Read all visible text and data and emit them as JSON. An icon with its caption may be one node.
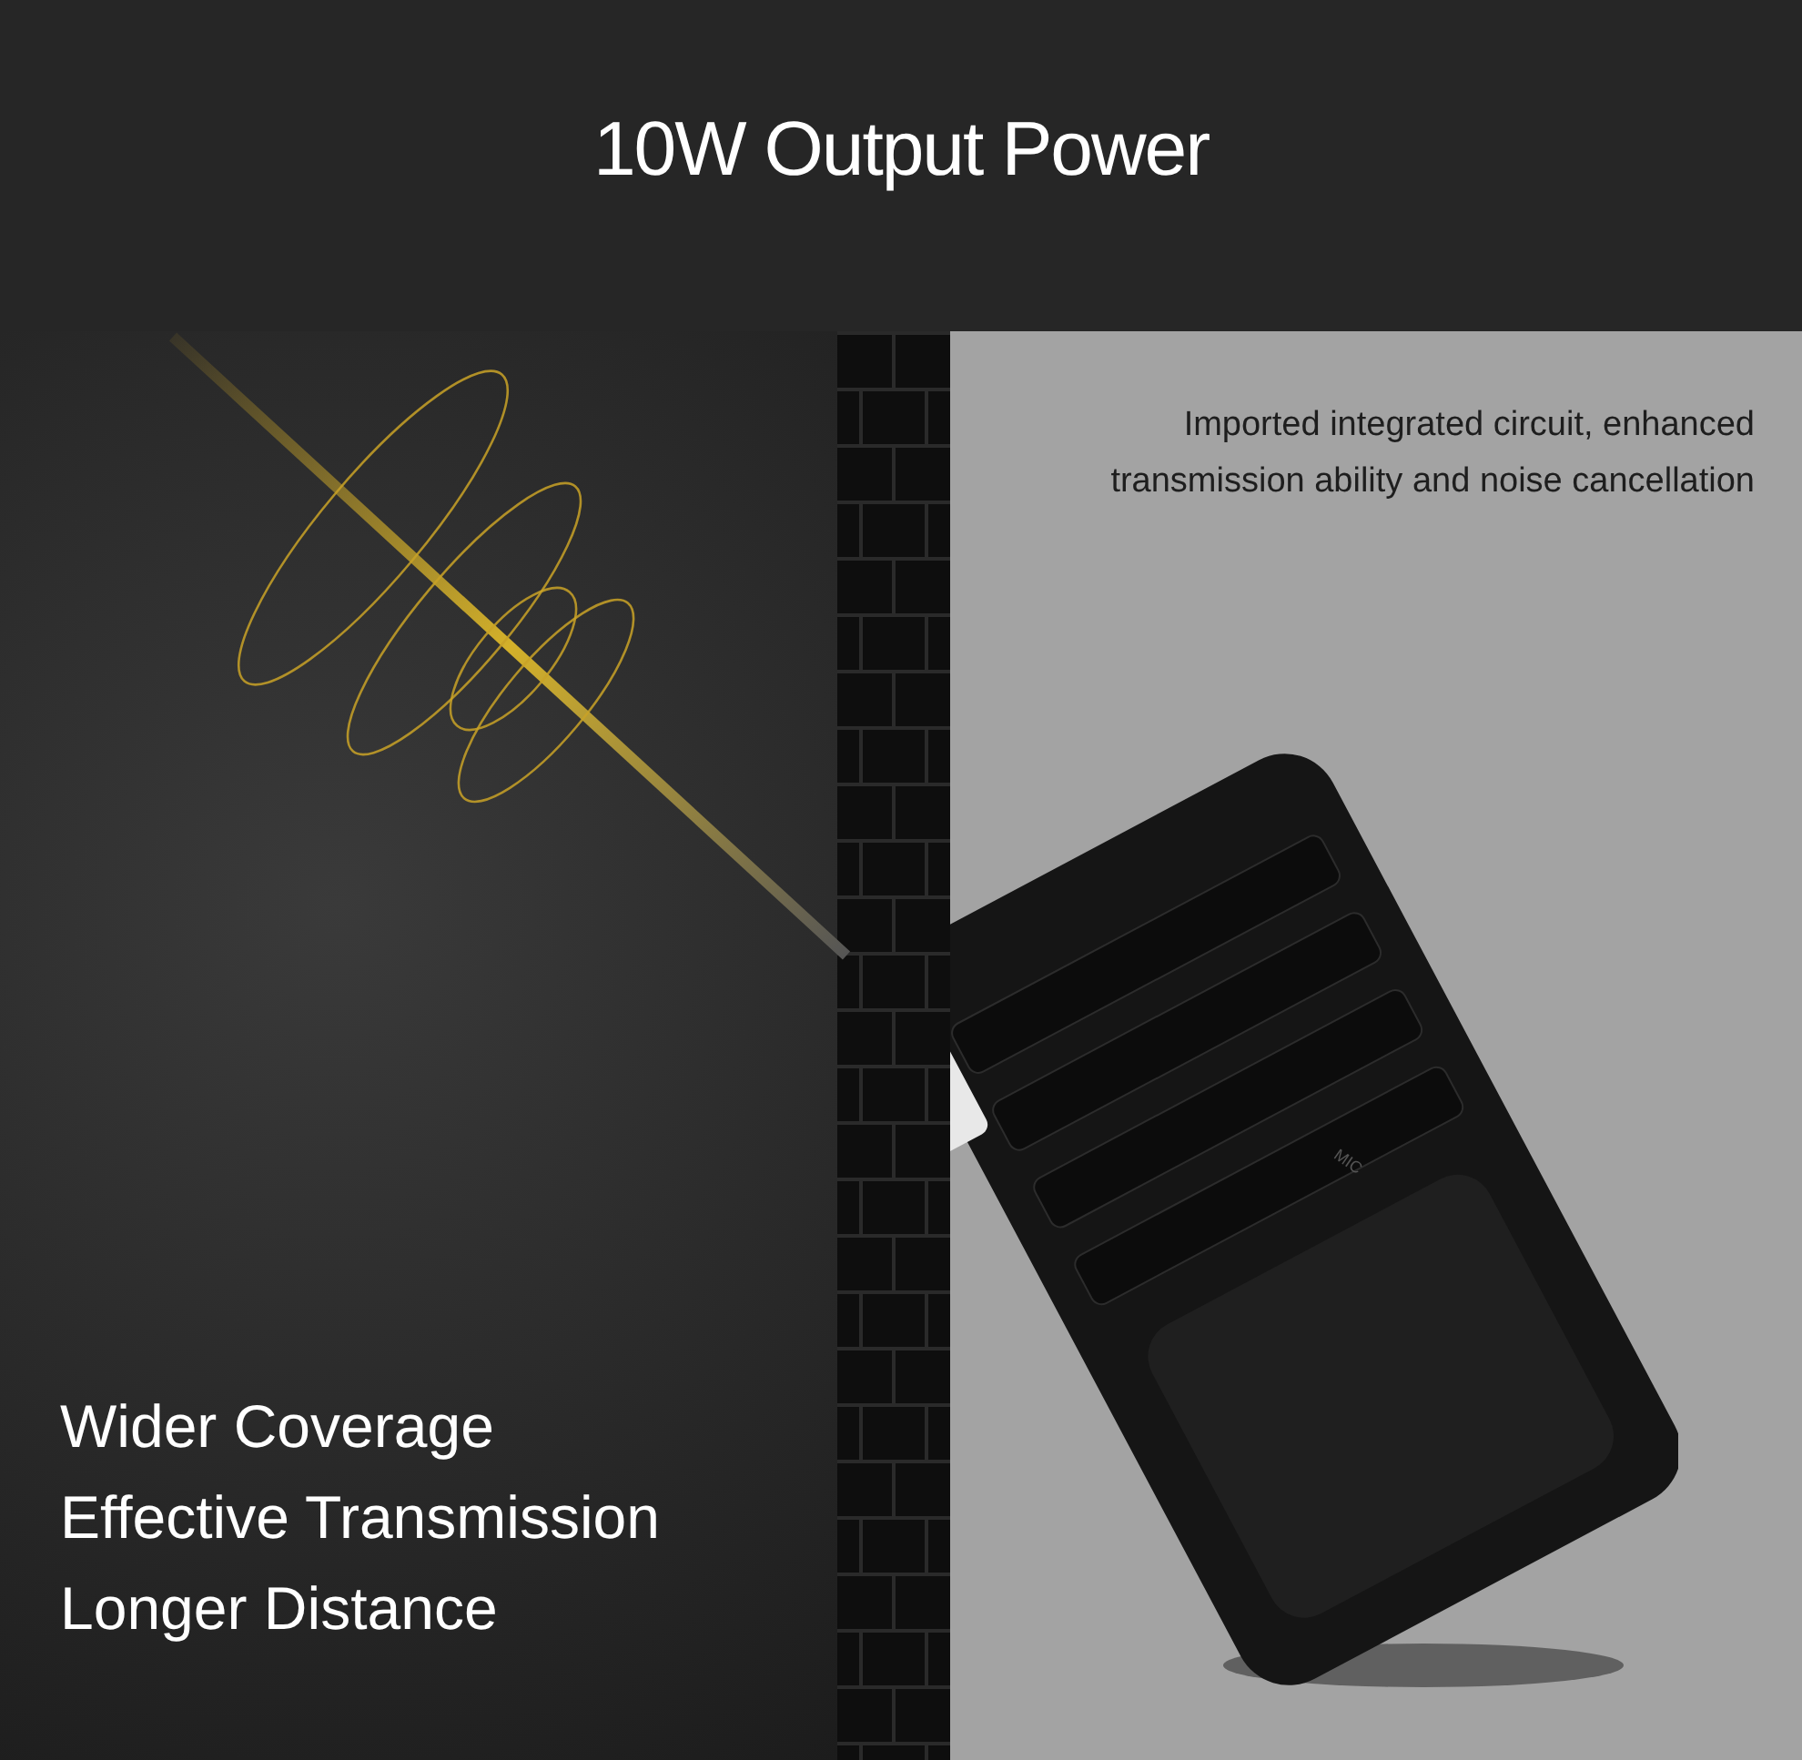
{
  "diagram": {
    "title": "10W Output Power",
    "labels": [
      "Imported integrated circuit, enhanced transmission ability and noise cancellation",
      "MIC",
      "Wider Coverage",
      "Effective Transmission",
      "Longer Distance"
    ]
  }
}
